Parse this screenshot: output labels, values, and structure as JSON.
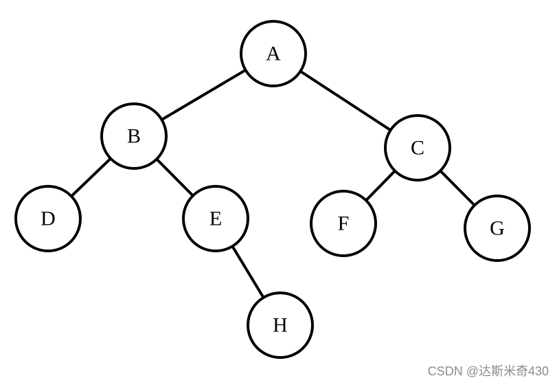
{
  "nodes": [
    {
      "id": "A",
      "label": "A"
    },
    {
      "id": "B",
      "label": "B"
    },
    {
      "id": "C",
      "label": "C"
    },
    {
      "id": "D",
      "label": "D"
    },
    {
      "id": "E",
      "label": "E"
    },
    {
      "id": "F",
      "label": "F"
    },
    {
      "id": "G",
      "label": "G"
    },
    {
      "id": "H",
      "label": "H"
    }
  ],
  "edges": [
    {
      "from": "A",
      "to": "B"
    },
    {
      "from": "A",
      "to": "C"
    },
    {
      "from": "B",
      "to": "D"
    },
    {
      "from": "B",
      "to": "E"
    },
    {
      "from": "E",
      "to": "H"
    },
    {
      "from": "C",
      "to": "F"
    },
    {
      "from": "C",
      "to": "G"
    }
  ],
  "watermark": "CSDN @达斯米奇430"
}
